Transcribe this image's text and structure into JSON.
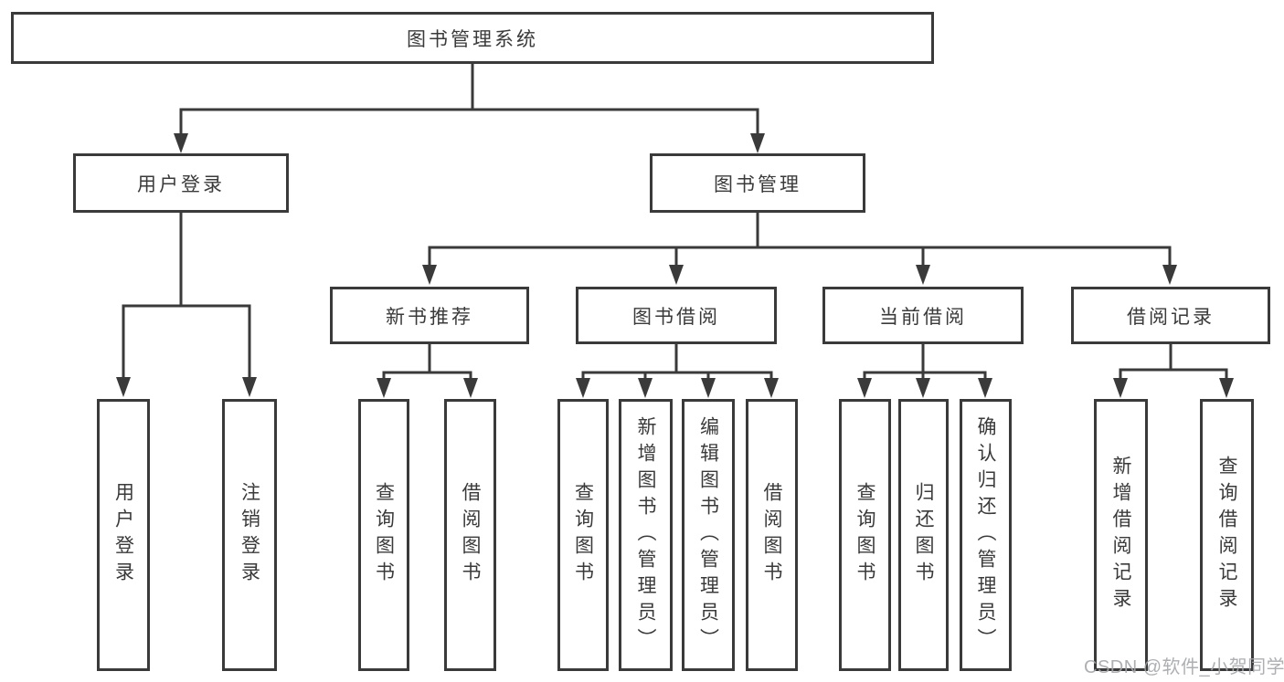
{
  "diagram_title": "图书管理系统",
  "tree": {
    "label": "图书管理系统",
    "children": [
      {
        "label": "用户登录",
        "children": [
          {
            "label": "用户登录"
          },
          {
            "label": "注销登录"
          }
        ]
      },
      {
        "label": "图书管理",
        "children": [
          {
            "label": "新书推荐",
            "children": [
              {
                "label": "查询图书"
              },
              {
                "label": "借阅图书"
              }
            ]
          },
          {
            "label": "图书借阅",
            "children": [
              {
                "label": "查询图书"
              },
              {
                "label": "新增图书（管理员）"
              },
              {
                "label": "编辑图书（管理员）"
              },
              {
                "label": "借阅图书"
              }
            ]
          },
          {
            "label": "当前借阅",
            "children": [
              {
                "label": "查询图书"
              },
              {
                "label": "归还图书"
              },
              {
                "label": "确认归还（管理员）"
              }
            ]
          },
          {
            "label": "借阅记录",
            "children": [
              {
                "label": "新增借阅记录"
              },
              {
                "label": "查询借阅记录"
              }
            ]
          }
        ]
      }
    ]
  },
  "watermark": "CSDN @软件_小贺同学",
  "colors": {
    "line": "#3a3a3a",
    "text": "#3a3a3a",
    "box_fill": "#ffffff",
    "background": "#ffffff",
    "watermark": "#a4a6aa"
  }
}
